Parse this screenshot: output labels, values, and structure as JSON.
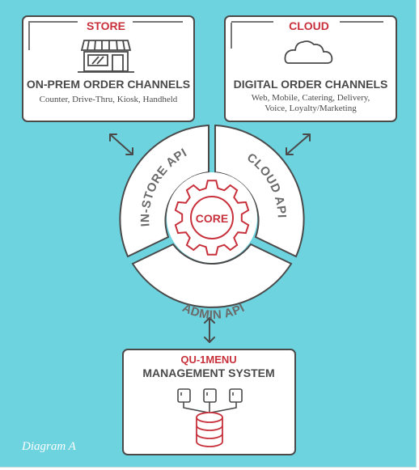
{
  "store": {
    "tag": "STORE",
    "title": "ON-PREM ORDER CHANNELS",
    "subtitle": "Counter, Drive-Thru, Kiosk, Handheld"
  },
  "cloud": {
    "tag": "CLOUD",
    "title": "DIGITAL ORDER CHANNELS",
    "subtitle_line1": "Web, Mobile, Catering, Delivery,",
    "subtitle_line2": "Voice, Loyalty/Marketing"
  },
  "ring": {
    "left": "IN-STORE API",
    "right": "CLOUD API",
    "bottom": "ADMIN API",
    "core": "CORE"
  },
  "management": {
    "tag": "QU-1MENU",
    "title": "MANAGEMENT SYSTEM"
  },
  "caption": "Diagram A",
  "colors": {
    "background": "#6dd3df",
    "accent_red": "#c8313c",
    "box_fill": "#ffffff",
    "stroke_gray": "#4a4a4a",
    "label_gray": "#6a6a6a"
  }
}
